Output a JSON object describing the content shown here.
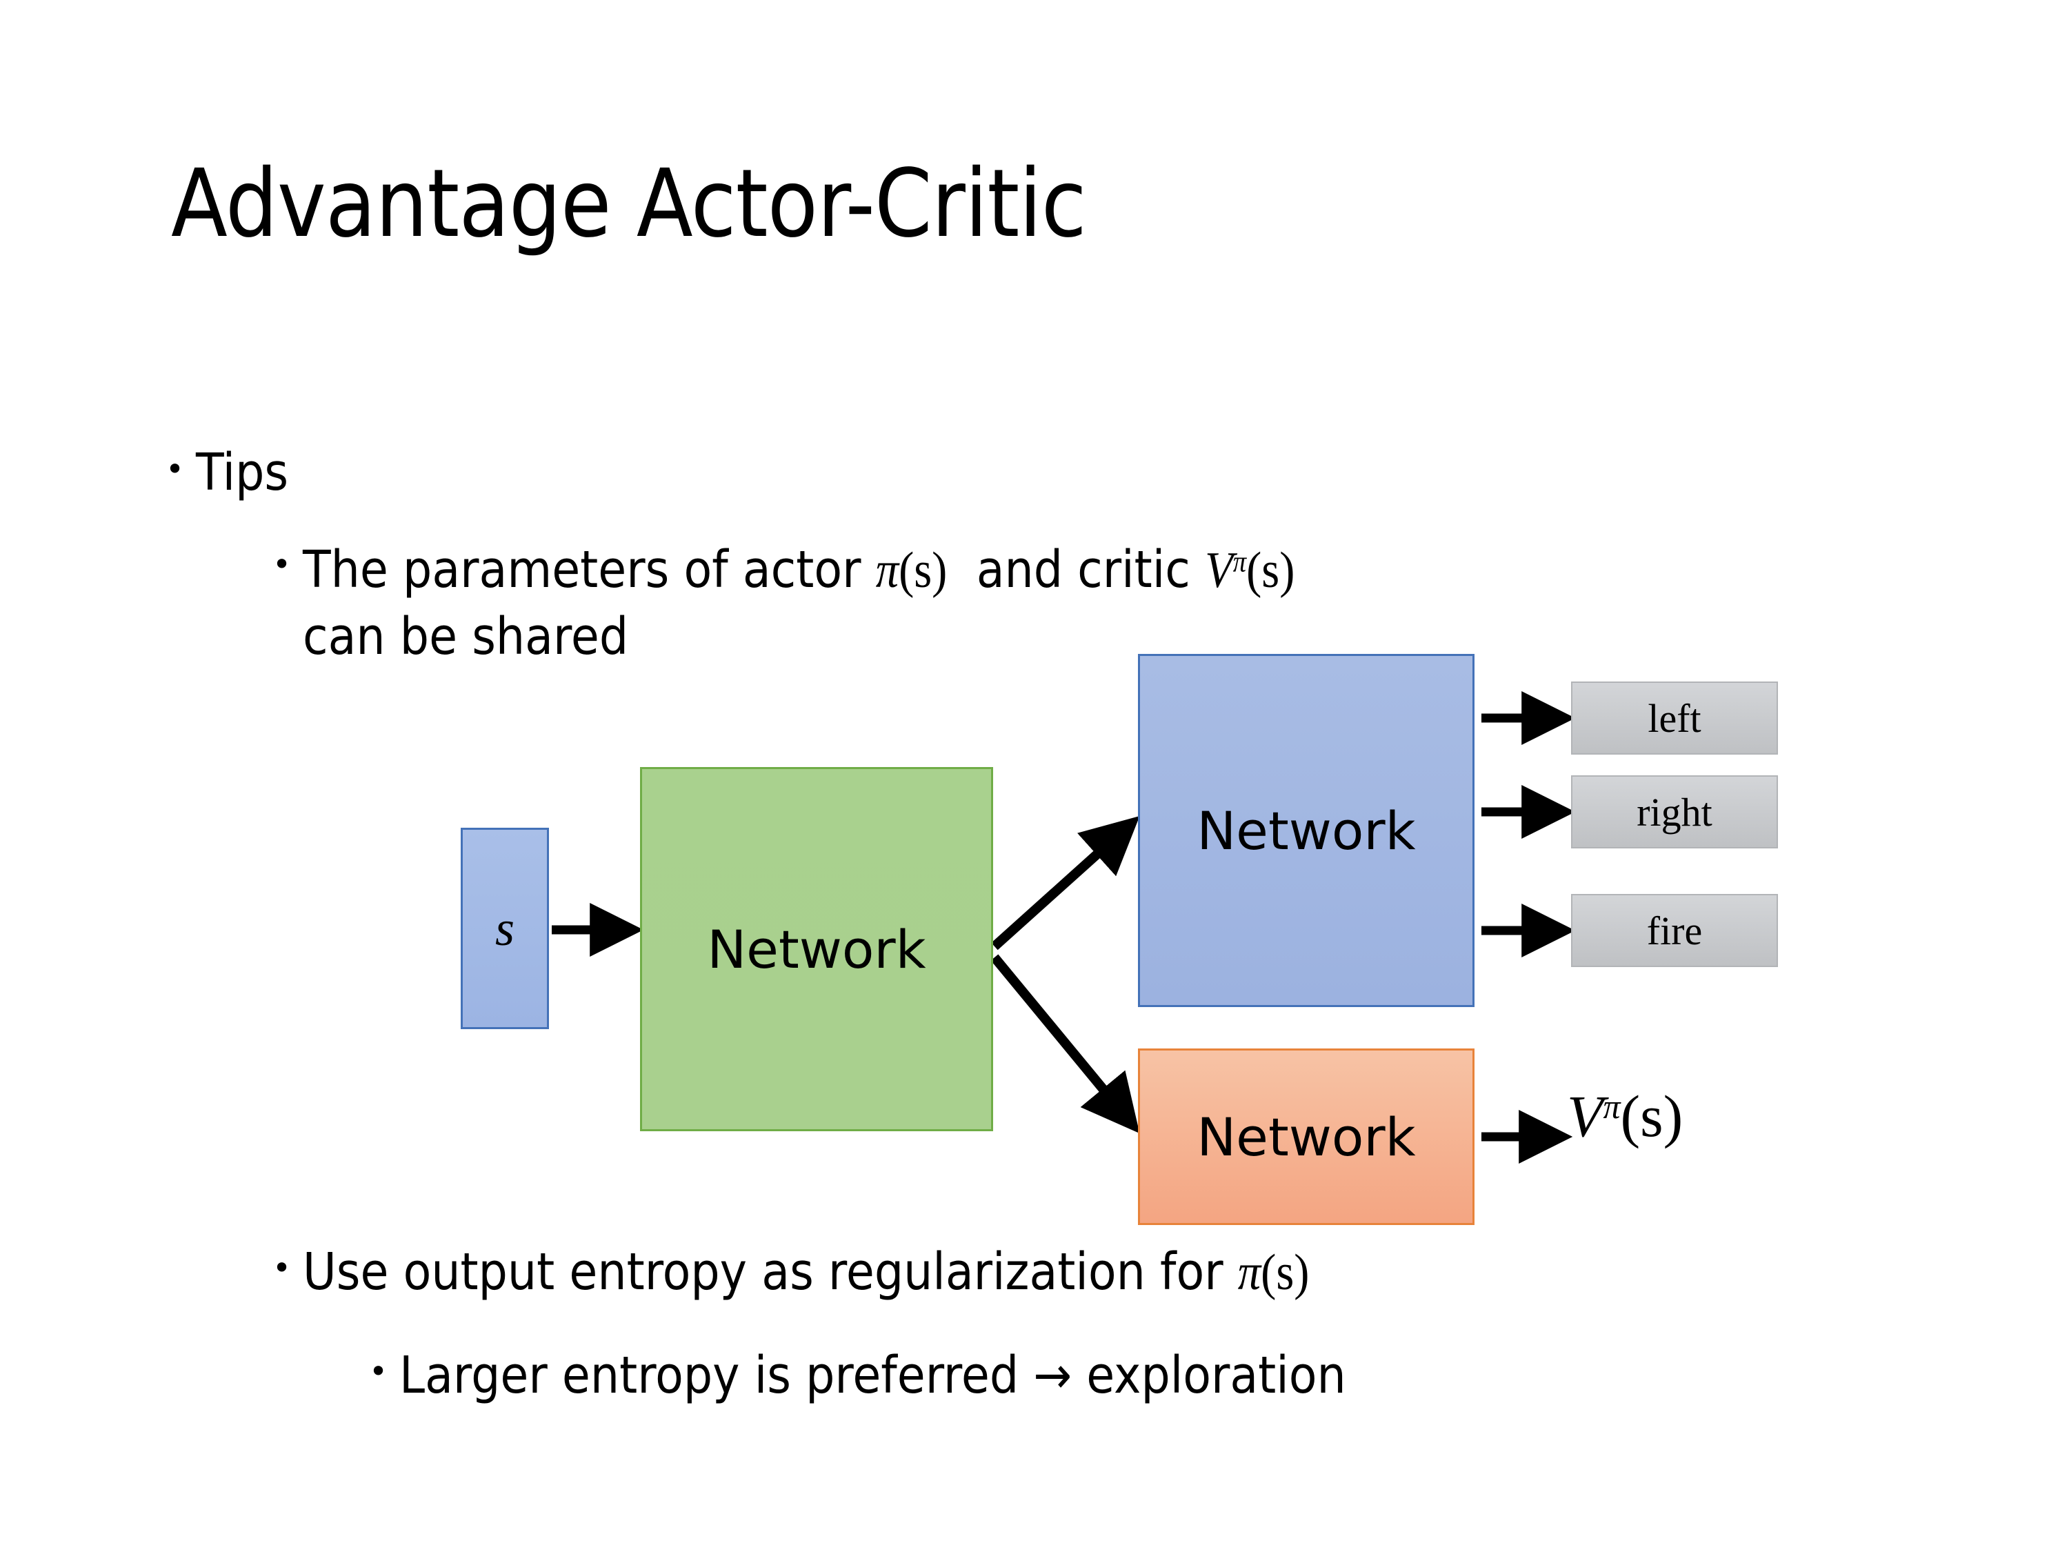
{
  "slide": {
    "title": "Advantage Actor-Critic",
    "background_color": "#ffffff",
    "text_color": "#000000"
  },
  "bullets": {
    "tips": {
      "marker": "•",
      "label": "Tips"
    },
    "params": {
      "marker": "•",
      "text_before": "The parameters of actor ",
      "math_actor_pi": "π",
      "math_actor_arg": "(s)",
      "text_middle": "  and critic ",
      "math_critic_V": "V",
      "math_critic_sup": "π",
      "math_critic_arg": "(s)",
      "text_line2": "can be shared",
      "plain_text": "The parameters of actor π(s)  and critic Vπ(s) can be shared"
    },
    "entropy": {
      "marker": "•",
      "text_before": "Use output entropy as regularization for ",
      "math_pi": "π",
      "math_arg": "(s)",
      "plain_text": "Use output entropy as regularization for π(s)"
    },
    "larger": {
      "marker": "•",
      "text": "Larger entropy is preferred → exploration"
    }
  },
  "diagram": {
    "input_node": {
      "label": "s",
      "fill": "#a2b8e6",
      "border": "#4472b8"
    },
    "shared_node": {
      "label": "Network",
      "fill": "#a9d18e",
      "border": "#70ad47"
    },
    "actor_node": {
      "label": "Network",
      "fill": "#a2b5e2",
      "border": "#4472b8"
    },
    "critic_node": {
      "label": "Network",
      "fill": "#f4a582",
      "border": "#e8833a"
    },
    "action_outputs": [
      {
        "label": "left",
        "fill": "#c7c9cc"
      },
      {
        "label": "right",
        "fill": "#c7c9cc"
      },
      {
        "label": "fire",
        "fill": "#c7c9cc"
      }
    ],
    "value_output": {
      "V": "V",
      "sup": "π",
      "arg": "(s)",
      "plain_text": "Vπ(s)"
    },
    "arrow_color": "#000000"
  }
}
